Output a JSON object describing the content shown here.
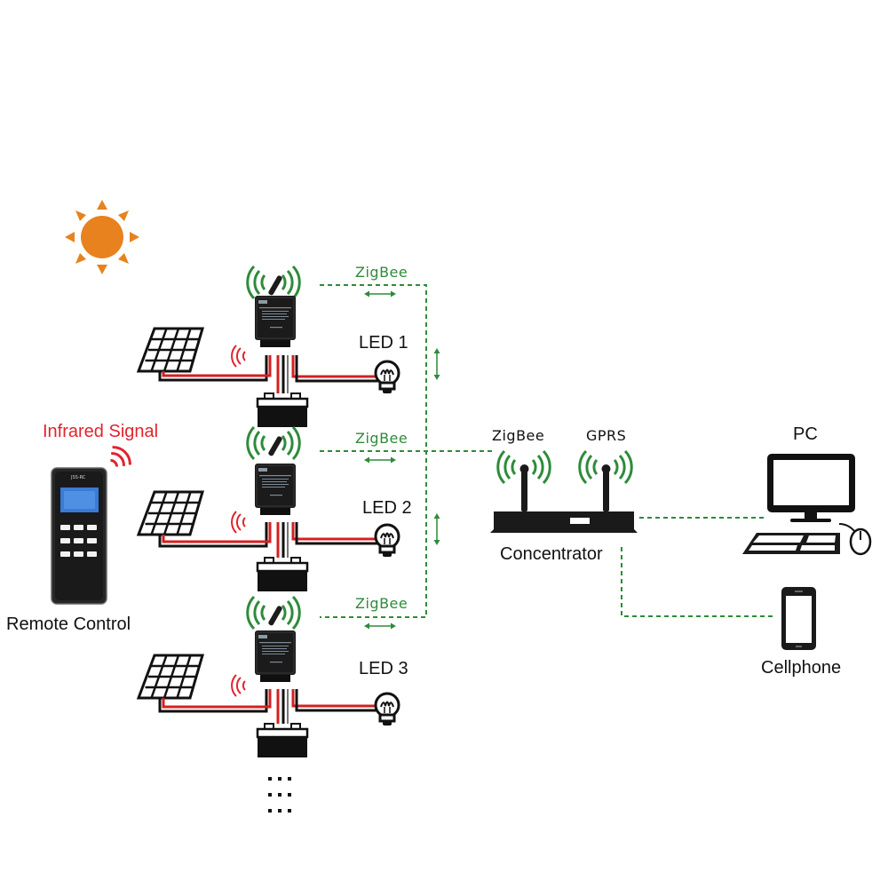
{
  "labels": {
    "infrared": "Infrared Signal",
    "remote": "Remote Control",
    "remote_model": "JSS-RC",
    "concentrator": "Concentrator",
    "pc": "PC",
    "cellphone": "Cellphone",
    "zigbee_hub": "ZigBee",
    "gprs": "GPRS",
    "continuation": "⋮"
  },
  "units": [
    {
      "led": "LED 1",
      "zigbee": "ZigBee"
    },
    {
      "led": "LED 2",
      "zigbee": "ZigBee"
    },
    {
      "led": "LED 3",
      "zigbee": "ZigBee"
    }
  ],
  "colors": {
    "link": "#2e8b3a",
    "wire_red": "#d42020",
    "wire_black": "#111111",
    "sun": "#e8821e",
    "infrared": "#e0242e"
  },
  "icons": {
    "sun": "sun-icon",
    "solar_panel": "solar-panel-icon",
    "controller": "charge-controller-icon",
    "battery": "battery-icon",
    "bulb": "led-bulb-icon",
    "router": "concentrator-router-icon",
    "monitor": "pc-monitor-icon",
    "phone": "cellphone-icon",
    "remote": "remote-control-icon",
    "wave": "wireless-wave-icon"
  }
}
